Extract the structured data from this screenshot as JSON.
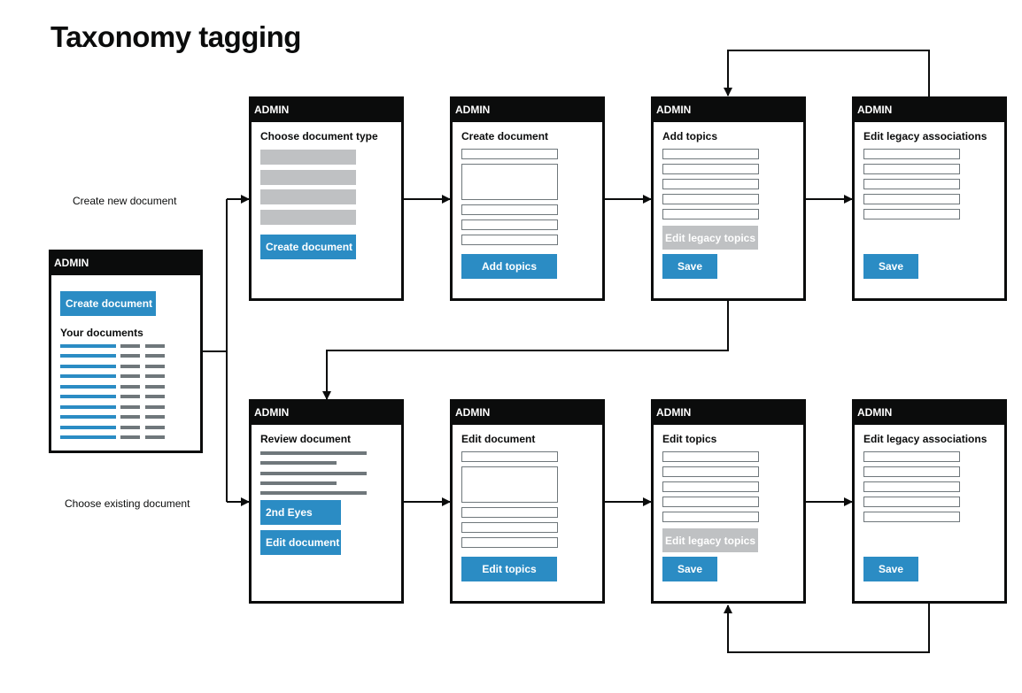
{
  "title": "Taxonomy tagging",
  "labels": {
    "create_new": "Create new document",
    "choose_existing": "Choose existing document"
  },
  "header_label": "ADMIN",
  "screens": {
    "start": {
      "button": "Create document",
      "heading": "Your documents"
    },
    "choose_type": {
      "heading": "Choose document type",
      "button": "Create document"
    },
    "create_document": {
      "heading": "Create document",
      "button": "Add topics"
    },
    "add_topics": {
      "heading": "Add topics",
      "disabled_button": "Edit legacy topics",
      "button": "Save"
    },
    "edit_legacy_top": {
      "heading": "Edit legacy associations",
      "button": "Save"
    },
    "review_document": {
      "heading": "Review document",
      "button_1": "2nd Eyes",
      "button_2": "Edit document"
    },
    "edit_document": {
      "heading": "Edit document",
      "button": "Edit topics"
    },
    "edit_topics": {
      "heading": "Edit topics",
      "disabled_button": "Edit legacy topics",
      "button": "Save"
    },
    "edit_legacy_bottom": {
      "heading": "Edit legacy associations",
      "button": "Save"
    }
  },
  "colors": {
    "brand_blue": "#2b8cc4",
    "header_black": "#0b0c0c",
    "disabled_grey": "#bfc1c3",
    "text_grey": "#6f777b"
  }
}
